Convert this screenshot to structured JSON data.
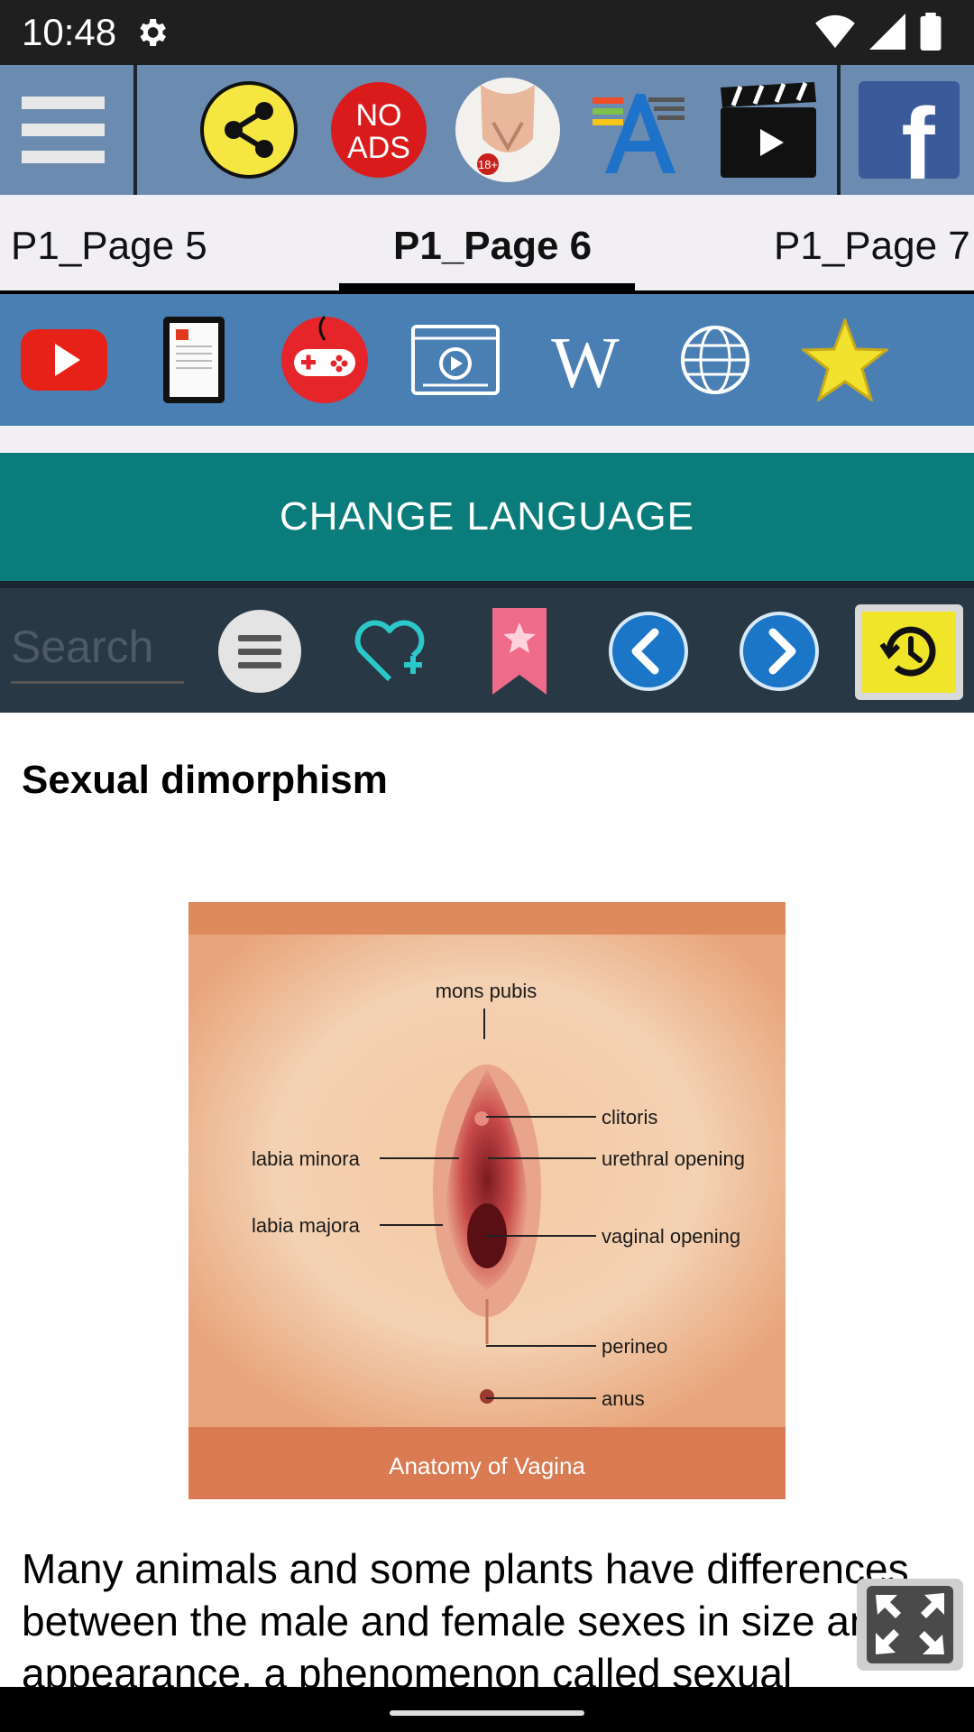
{
  "status_bar": {
    "time": "10:48",
    "icons": [
      "settings-icon",
      "wifi-icon",
      "cell-signal-icon",
      "battery-icon"
    ]
  },
  "top_toolbar": {
    "items": [
      "menu-icon",
      "share-icon",
      "no-ads-badge",
      "adult-content-icon",
      "font-size-icon",
      "video-clapper-icon",
      "facebook-icon"
    ],
    "no_ads_label_line1": "NO",
    "no_ads_label_line2": "ADS",
    "age_badge": "18+",
    "facebook_letter": "f"
  },
  "tabs": {
    "items": [
      {
        "label": "P1_Page 5"
      },
      {
        "label": "P1_Page 6"
      },
      {
        "label": "P1_Page 7"
      }
    ],
    "active_index": 1
  },
  "icon_bar": {
    "items": [
      "youtube-icon",
      "ebook-icon",
      "gamepad-icon",
      "video-player-icon",
      "wikipedia-icon",
      "globe-icon",
      "star-icon"
    ],
    "wiki_letter": "W"
  },
  "change_language": {
    "label": "CHANGE LANGUAGE"
  },
  "search_toolbar": {
    "placeholder": "Search",
    "items": [
      "list-menu-icon",
      "favorite-add-icon",
      "bookmark-icon",
      "previous-arrow-icon",
      "next-arrow-icon",
      "history-icon"
    ]
  },
  "article": {
    "heading": "Sexual dimorphism",
    "figure": {
      "title": "Anatomy of Vagina",
      "labels": {
        "mons_pubis": "mons pubis",
        "clitoris": "clitoris",
        "labia_minora": "labia minora",
        "urethral_opening": "urethral opening",
        "labia_majora": "labia majora",
        "vaginal_opening": "vaginal opening",
        "perineo": "perineo",
        "anus": "anus"
      }
    },
    "paragraph": "Many animals and some plants have differences between the male and female sexes in size and appearance, a phenomenon called sexual"
  },
  "colors": {
    "status_bar": "#1f1f1f",
    "top_toolbar": "#6b8bb0",
    "icon_bar": "#4a7fb4",
    "change_language": "#0a7c7c",
    "search_toolbar": "#283845"
  }
}
